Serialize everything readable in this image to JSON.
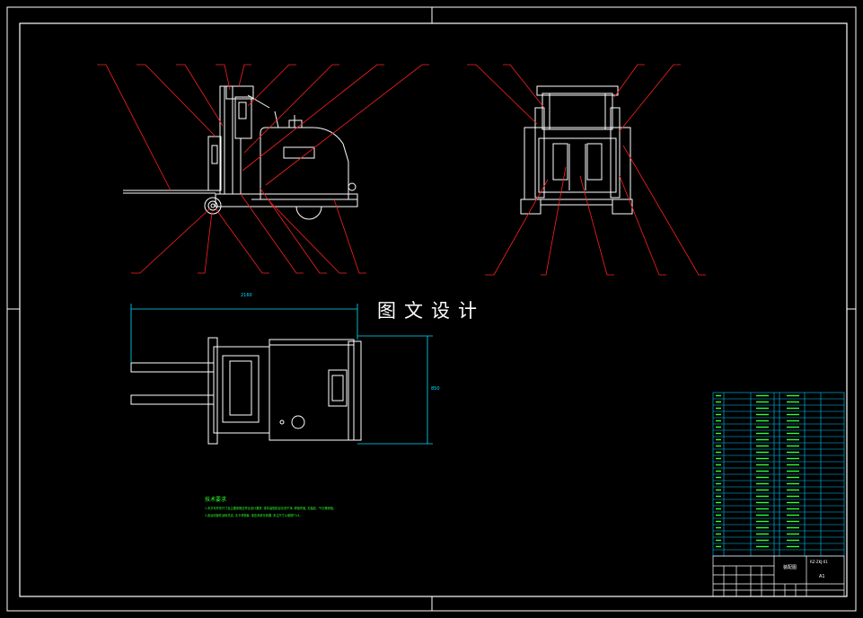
{
  "watermark": "图文设计",
  "dimensions": {
    "overall_length": "2160",
    "width": "850"
  },
  "technical_notes": {
    "title": "技术要求",
    "line1": "1.本叉车外形尺寸及主要参数应符合设计要求, 零件装配前应清洗干净, 焊接牢固, 无裂纹、气孔等缺陷。",
    "line2": "2.各运动部件运转灵活, 无卡滞现象, 液压系统无泄漏, 未注尺寸公差按IT14。"
  },
  "title_block": {
    "drawing_name": "装配图",
    "drawing_code": "RZ-ZKJ-01",
    "sheet": "A1"
  },
  "colors": {
    "background": "#000000",
    "frame": "#ffffff",
    "leader": "#ff2020",
    "dimension": "#00e0ff",
    "notes": "#30ff30",
    "table": "#00c8ff"
  }
}
